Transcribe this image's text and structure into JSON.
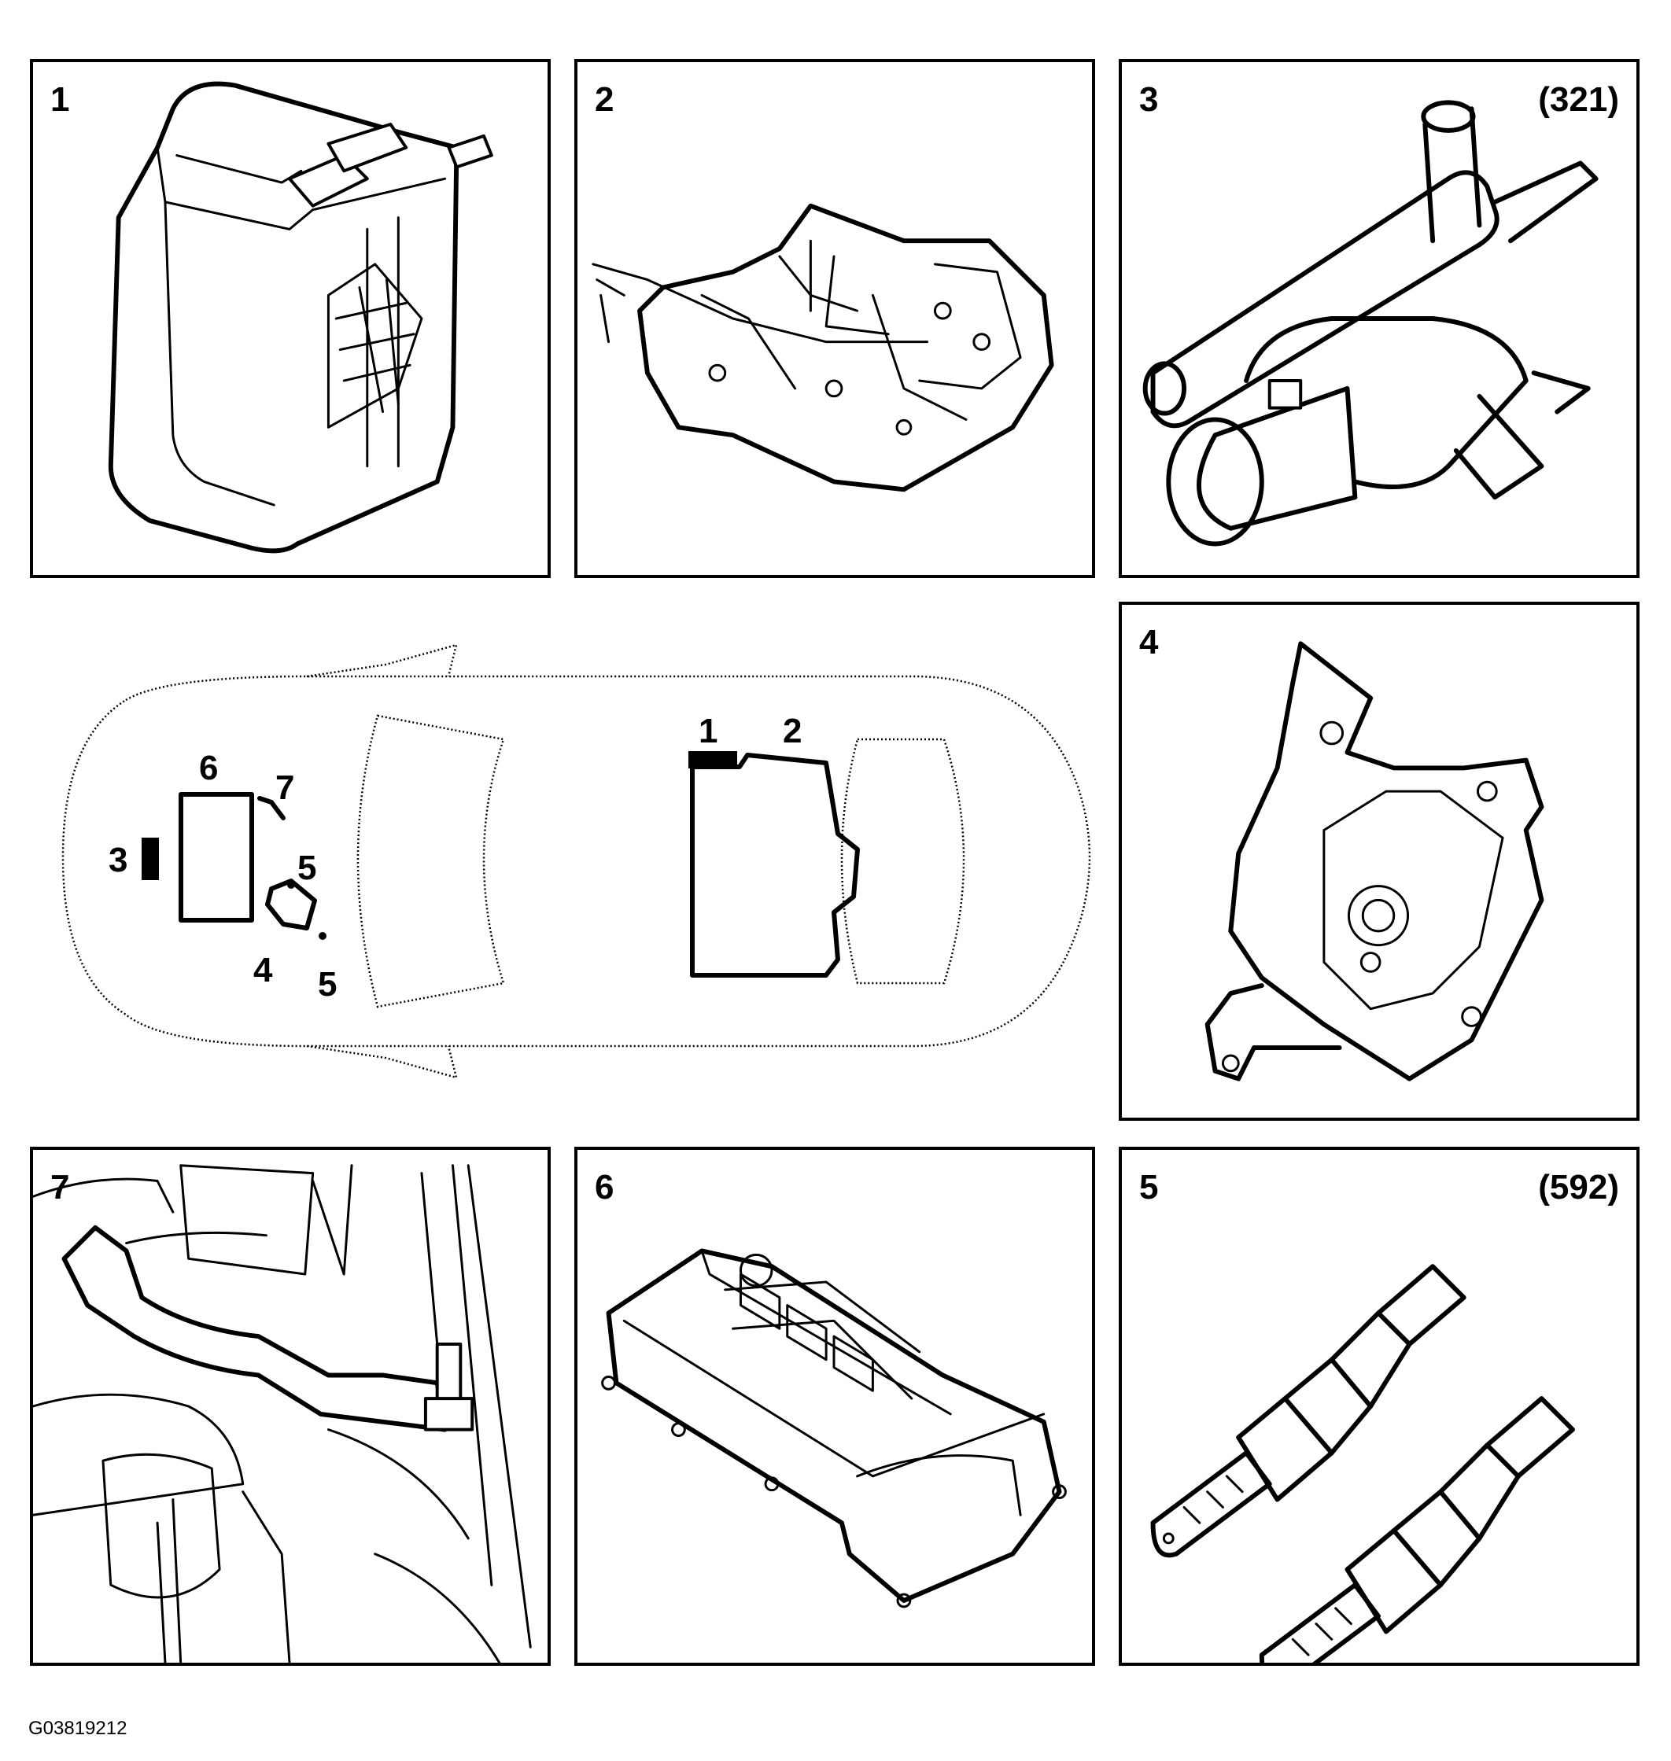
{
  "panels": [
    {
      "id": "1",
      "number": "1",
      "ref": ""
    },
    {
      "id": "2",
      "number": "2",
      "ref": ""
    },
    {
      "id": "3",
      "number": "3",
      "ref": "(321)"
    },
    {
      "id": "4",
      "number": "4",
      "ref": ""
    },
    {
      "id": "7",
      "number": "7",
      "ref": ""
    },
    {
      "id": "6",
      "number": "6",
      "ref": ""
    },
    {
      "id": "5",
      "number": "5",
      "ref": "(592)"
    }
  ],
  "overview": {
    "callouts": {
      "c1": "1",
      "c2": "2",
      "c3": "3",
      "c4": "4",
      "c5a": "5",
      "c5b": "5",
      "c6": "6",
      "c7": "7"
    }
  },
  "figure_id": "G03819212"
}
